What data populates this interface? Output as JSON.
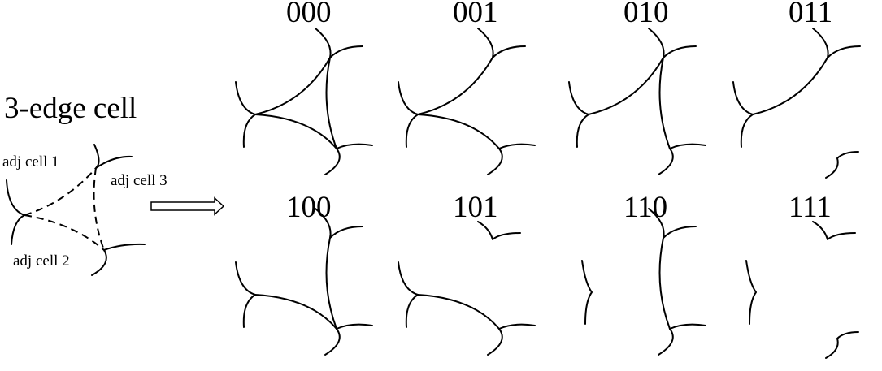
{
  "legend": {
    "title": "3-edge cell",
    "labels": {
      "adj1": "adj cell 1",
      "adj2": "adj cell 2",
      "adj3": "adj cell 3"
    }
  },
  "cases": [
    {
      "code": "000",
      "edges": [
        0,
        0,
        0
      ]
    },
    {
      "code": "001",
      "edges": [
        0,
        0,
        1
      ]
    },
    {
      "code": "010",
      "edges": [
        0,
        1,
        0
      ]
    },
    {
      "code": "011",
      "edges": [
        0,
        1,
        1
      ]
    },
    {
      "code": "100",
      "edges": [
        1,
        0,
        0
      ]
    },
    {
      "code": "101",
      "edges": [
        1,
        0,
        1
      ]
    },
    {
      "code": "110",
      "edges": [
        1,
        1,
        0
      ]
    },
    {
      "code": "111",
      "edges": [
        1,
        1,
        1
      ]
    }
  ]
}
